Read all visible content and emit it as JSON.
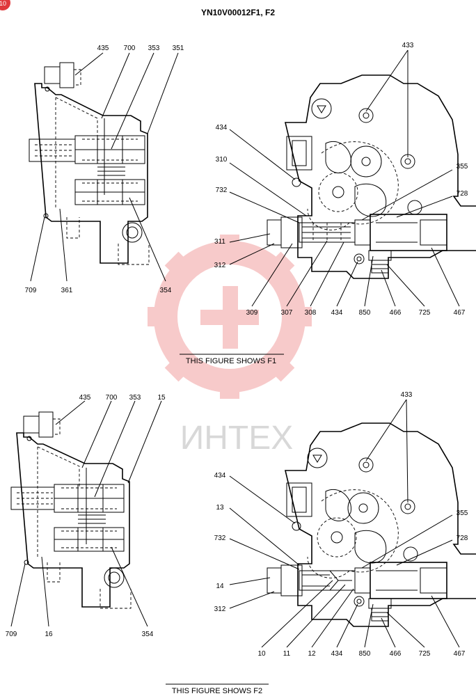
{
  "header": {
    "title": "YN10V00012F1, F2",
    "corner_mark": "10"
  },
  "watermark": {
    "text": "ИНТЕХ",
    "color": "#f2a0a0"
  },
  "figure1": {
    "caption": "THIS FIGURE SHOWS  F1",
    "side_labels": {
      "l435": "435",
      "l700": "700",
      "l353": "353",
      "l351": "351",
      "l709": "709",
      "l361": "361",
      "l354": "354"
    },
    "front_labels": {
      "l433": "433",
      "l434a": "434",
      "l310": "310",
      "l355": "355",
      "l732": "732",
      "l728": "728",
      "l311": "311",
      "l312": "312",
      "l309": "309",
      "l307": "307",
      "l308": "308",
      "l434b": "434",
      "l850": "850",
      "l466": "466",
      "l725": "725",
      "l467": "467"
    }
  },
  "figure2": {
    "caption": "THIS FIGURE SHOWS  F2",
    "side_labels": {
      "l435": "435",
      "l700": "700",
      "l353": "353",
      "l15": "15",
      "l709": "709",
      "l16": "16",
      "l354": "354"
    },
    "front_labels": {
      "l433": "433",
      "l434a": "434",
      "l13": "13",
      "l355": "355",
      "l732": "732",
      "l728": "728",
      "l14": "14",
      "l312": "312",
      "l10": "10",
      "l11": "11",
      "l12": "12",
      "l434b": "434",
      "l850": "850",
      "l466": "466",
      "l725": "725",
      "l467": "467"
    }
  }
}
